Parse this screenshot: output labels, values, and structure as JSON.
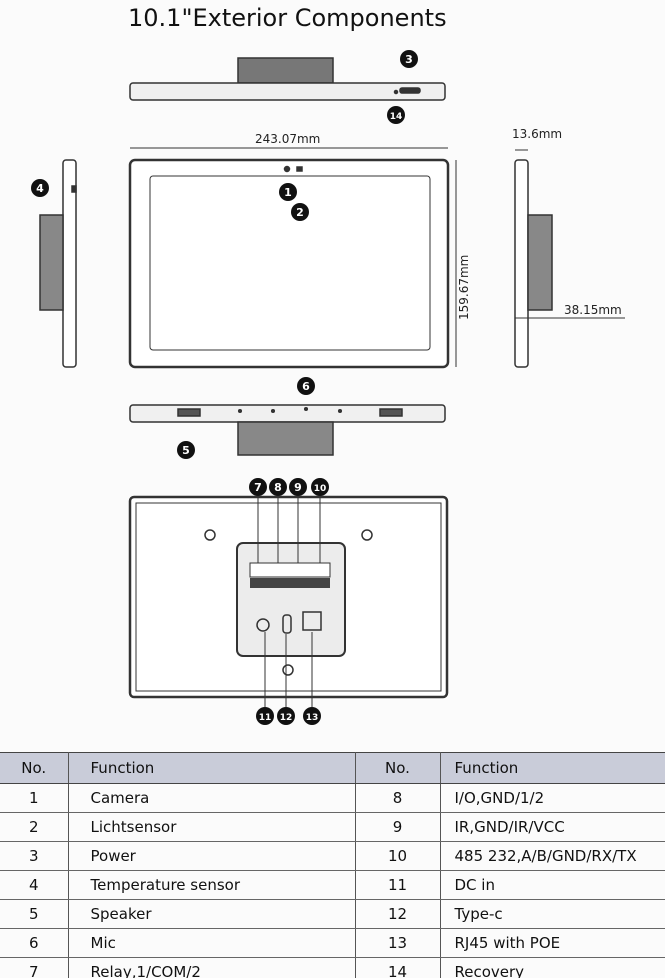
{
  "title": "10.1\"Exterior Components",
  "dimensions": {
    "width": "243.07mm",
    "height": "159.67mm",
    "depth": "13.6mm",
    "box_depth": "38.15mm"
  },
  "callouts": [
    "1",
    "2",
    "3",
    "4",
    "5",
    "6",
    "7",
    "8",
    "9",
    "10",
    "11",
    "12",
    "13",
    "14"
  ],
  "table": {
    "headers": [
      "No.",
      "Function",
      "No.",
      "Function"
    ],
    "rows": [
      {
        "no1": "1",
        "f1": "Camera",
        "no2": "8",
        "f2": "I/O,GND/1/2"
      },
      {
        "no1": "2",
        "f1": "Lichtsensor",
        "no2": "9",
        "f2": "IR,GND/IR/VCC"
      },
      {
        "no1": "3",
        "f1": "Power",
        "no2": "10",
        "f2": "485 232,A/B/GND/RX/TX"
      },
      {
        "no1": "4",
        "f1": "Temperature sensor",
        "no2": "11",
        "f2": "DC in"
      },
      {
        "no1": "5",
        "f1": "Speaker",
        "no2": "12",
        "f2": "Type-c"
      },
      {
        "no1": "6",
        "f1": "Mic",
        "no2": "13",
        "f2": "RJ45 with POE"
      },
      {
        "no1": "7",
        "f1": "Relay,1/COM/2",
        "no2": "14",
        "f2": "Recovery"
      }
    ]
  }
}
